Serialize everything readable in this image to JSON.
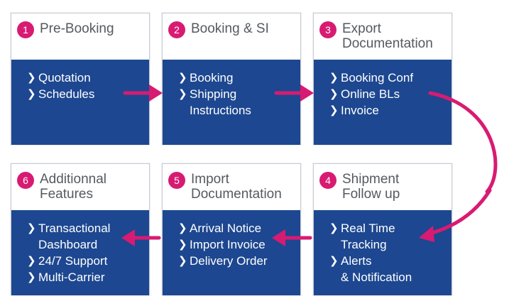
{
  "steps": [
    {
      "number": "1",
      "title": [
        "Pre-Booking"
      ],
      "items": [
        [
          "Quotation"
        ],
        [
          "Schedules"
        ]
      ]
    },
    {
      "number": "2",
      "title": [
        "Booking & SI"
      ],
      "items": [
        [
          "Booking"
        ],
        [
          "Shipping",
          "Instructions"
        ]
      ]
    },
    {
      "number": "3",
      "title": [
        "Export",
        "Documentation"
      ],
      "items": [
        [
          "Booking Conf"
        ],
        [
          "Online BLs"
        ],
        [
          "Invoice"
        ]
      ]
    },
    {
      "number": "4",
      "title": [
        "Shipment",
        "Follow up"
      ],
      "items": [
        [
          "Real Time",
          "Tracking"
        ],
        [
          "Alerts",
          "& Notification"
        ]
      ]
    },
    {
      "number": "5",
      "title": [
        "Import",
        "Documentation"
      ],
      "items": [
        [
          "Arrival Notice"
        ],
        [
          "Import Invoice"
        ],
        [
          "Delivery Order"
        ]
      ]
    },
    {
      "number": "6",
      "title": [
        "Additionnal",
        "Features"
      ],
      "items": [
        [
          "Transactional",
          "Dashboard"
        ],
        [
          "24/7 Support"
        ],
        [
          "Multi-Carrier"
        ]
      ]
    }
  ],
  "colors": {
    "accent": "#d81b72",
    "panel": "#1d4790"
  },
  "icons": {
    "bullet": "chevron-right-icon",
    "connector": "arrow-icon"
  }
}
